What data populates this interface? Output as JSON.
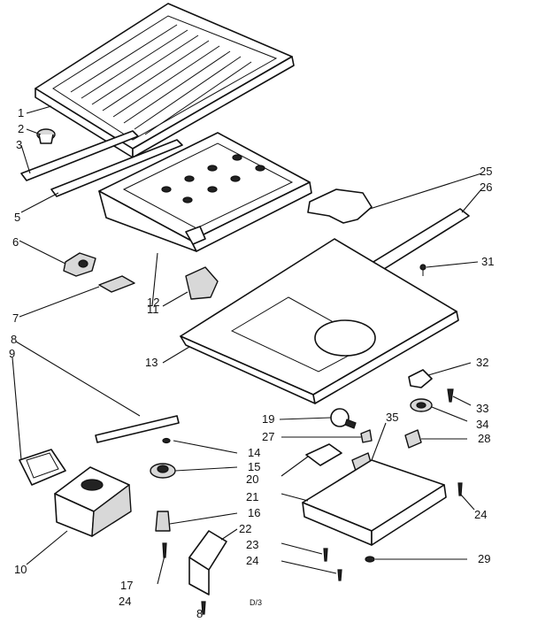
{
  "callouts": {
    "c1": "1",
    "c2": "2",
    "c3": "3",
    "c5": "5",
    "c6": "6",
    "c7": "7",
    "c8a": "8",
    "c8b": "8",
    "c9": "9",
    "c10": "10",
    "c11": "11",
    "c12": "12",
    "c13": "13",
    "c14": "14",
    "c15": "15",
    "c16": "16",
    "c17": "17",
    "c19": "19",
    "c20": "20",
    "c21": "21",
    "c22": "22",
    "c23": "23",
    "c24a": "24",
    "c24b": "24",
    "c24c": "24",
    "c25": "25",
    "c26": "26",
    "c27": "27",
    "c28": "28",
    "c29": "29",
    "c31": "31",
    "c32": "32",
    "c33": "33",
    "c34": "34",
    "c35": "35"
  },
  "footer_code": "D/3"
}
